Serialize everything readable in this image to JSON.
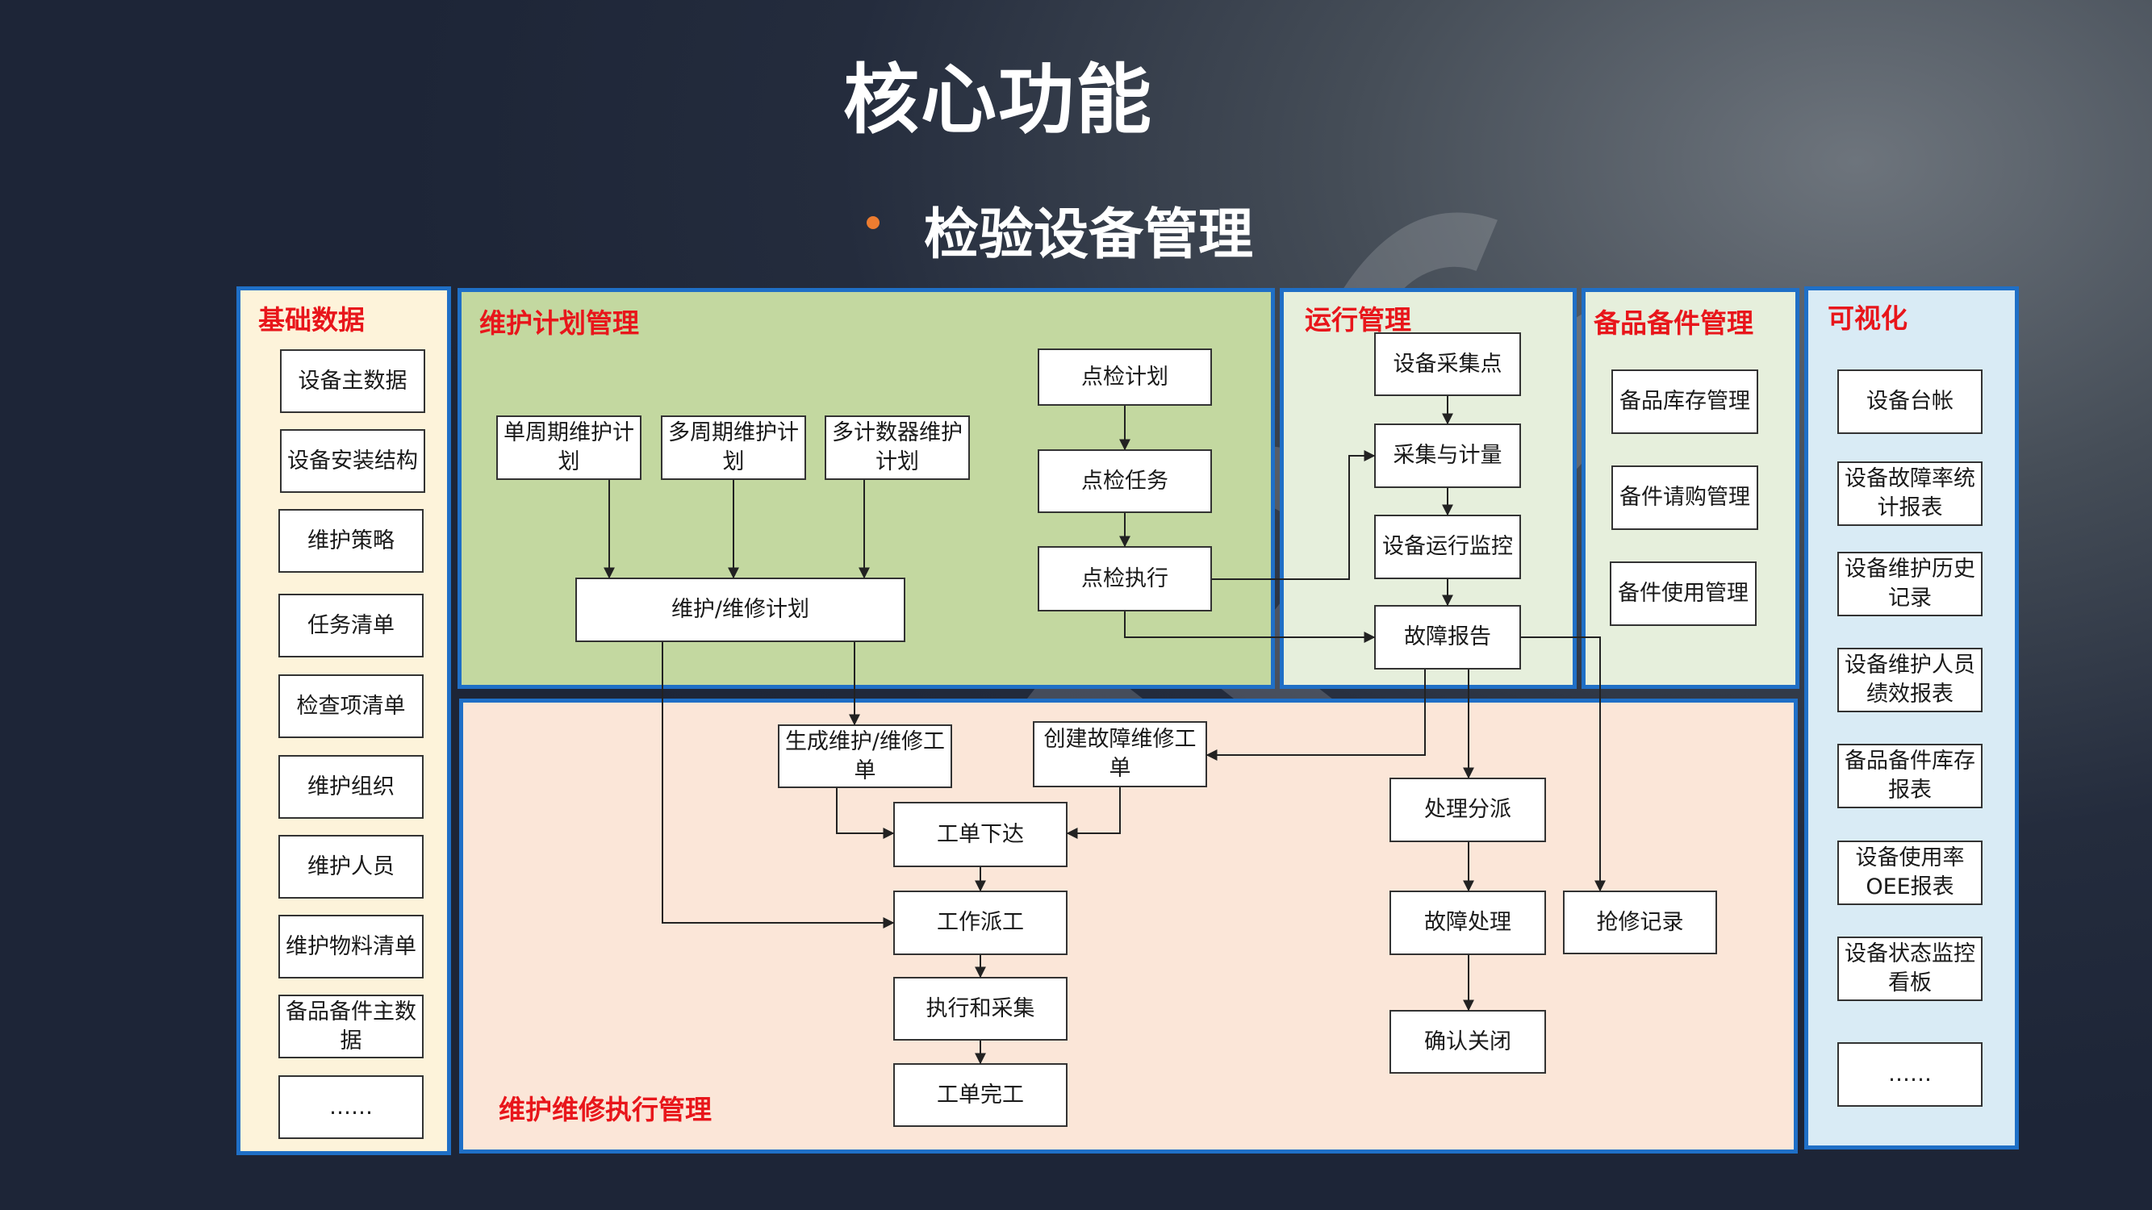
{
  "header": {
    "title": "核心功能",
    "subtitle": "检验设备管理"
  },
  "watermark": {
    "text": "IMPC"
  },
  "colors": {
    "panel_border": "#1f6fc6",
    "panel_title": "#e8161b",
    "basic_bg": "#fdf3da",
    "plan_bg": "#c3d8a0",
    "run_bg": "#e6efdc",
    "spare_bg": "#e6efdc",
    "exec_bg": "#fbe6d8",
    "visual_bg": "#d9ebf5",
    "bullet": "#ec7c30"
  },
  "panels": {
    "basic": {
      "title": "基础数据",
      "items": [
        "设备主数据",
        "设备安装结构",
        "维护策略",
        "任务清单",
        "检查项清单",
        "维护组织",
        "维护人员",
        "维护物料清单",
        "备品备件主数据",
        "……"
      ]
    },
    "plan": {
      "title": "维护计划管理",
      "single_cycle": "单周期维护计划",
      "multi_cycle": "多周期维护计划",
      "multi_counter": "多计数器维护计划",
      "maint_plan": "维护/维修计划",
      "inspect_plan": "点检计划",
      "inspect_task": "点检任务",
      "inspect_exec": "点检执行"
    },
    "run": {
      "title": "运行管理",
      "collect_point": "设备采集点",
      "collect_measure": "采集与计量",
      "run_monitor": "设备运行监控",
      "fault_report": "故障报告"
    },
    "spare": {
      "title": "备品备件管理",
      "items": [
        "备品库存管理",
        "备件请购管理",
        "备件使用管理"
      ]
    },
    "exec": {
      "title": "维护维修执行管理",
      "gen_order": "生成维护/维修工单",
      "create_fault_order": "创建故障维修工单",
      "order_issue": "工单下达",
      "work_dispatch": "工作派工",
      "exec_collect": "执行和采集",
      "order_complete": "工单完工",
      "handle_dispatch": "处理分派",
      "fault_handle": "故障处理",
      "confirm_close": "确认关闭",
      "repair_record": "抢修记录"
    },
    "visual": {
      "title": "可视化",
      "items": [
        "设备台帐",
        "设备故障率统计报表",
        "设备维护历史记录",
        "设备维护人员绩效报表",
        "备品备件库存报表",
        "设备使用率OEE报表",
        "设备状态监控看板",
        "……"
      ]
    }
  }
}
